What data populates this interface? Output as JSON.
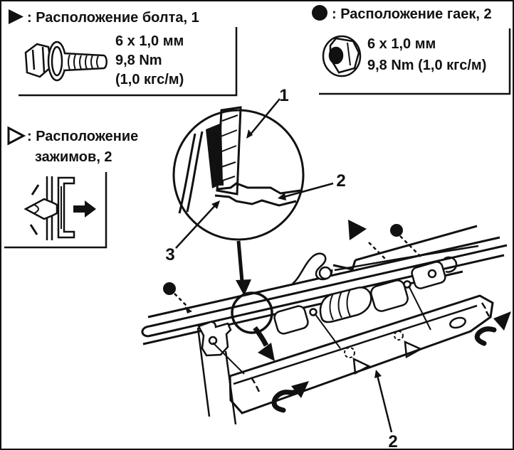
{
  "document": {
    "type": "service-manual-diagram",
    "language": "ru",
    "subject": "Снятие накладки (гарнира) задней двери — расположение крепежа"
  },
  "colors": {
    "ink": "#111111",
    "paper": "#ffffff"
  },
  "legends": {
    "bolt": {
      "icon": "filled-right-triangle",
      "label": ": Расположение болта, 1",
      "specs": [
        "6 x 1,0 мм",
        "9,8 Nm",
        "(1,0 кгс/м)"
      ]
    },
    "nut": {
      "icon": "filled-circle",
      "label": ": Расположение гаек, 2",
      "specs": [
        "6 x 1,0 мм",
        "9,8 Nm (1,0 кгс/м)"
      ]
    },
    "clip": {
      "icon": "open-right-triangle",
      "label_line1": ": Расположение",
      "label_line2": "зажимов, 2"
    }
  },
  "callouts": {
    "detail_1": "1",
    "detail_2": "2",
    "detail_3": "3",
    "strip_2": "2"
  }
}
